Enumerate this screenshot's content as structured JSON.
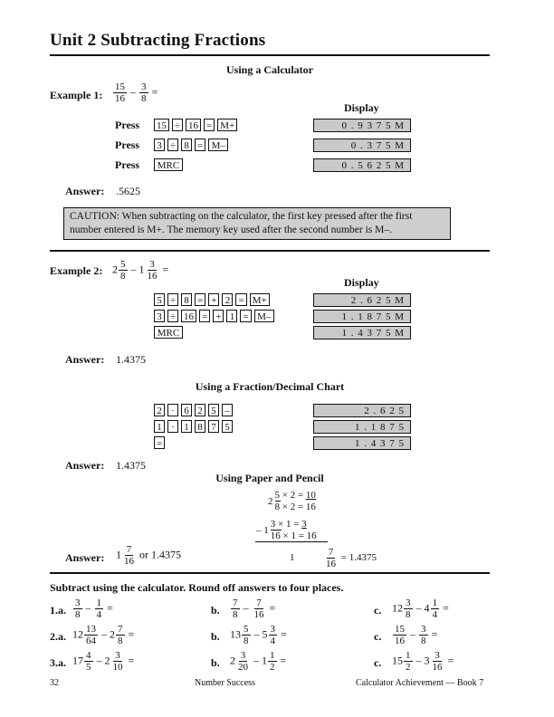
{
  "title": "Unit 2   Subtracting Fractions",
  "section1_heading": "Using a Calculator",
  "example1": {
    "label": "Example 1:",
    "f1n": "15",
    "f1d": "16",
    "op": "–",
    "f2n": "3",
    "f2d": "8",
    "eq": "=",
    "display_heading": "Display",
    "press_label": "Press",
    "rows": [
      {
        "keys": [
          "15",
          "÷",
          "16",
          "=",
          "M+"
        ],
        "display": "0 . 9 3 7 5 M"
      },
      {
        "keys": [
          "3",
          "÷",
          "8",
          "=",
          "M–"
        ],
        "display": "0 . 3 7 5 M"
      },
      {
        "keys": [
          "MRC"
        ],
        "display": "0 . 5 6 2 5 M"
      }
    ],
    "answer_label": "Answer:",
    "answer": ".5625"
  },
  "caution": "CAUTION:  When subtracting on the calculator, the first key pressed after the first number entered is M+.  The memory key used after the second number is M–.",
  "example2": {
    "label": "Example 2:",
    "w1": "2",
    "f1n": "5",
    "f1d": "8",
    "op": "– 1",
    "f2n": "3",
    "f2d": "16",
    "eq": "=",
    "display_heading": "Display",
    "rows": [
      {
        "keys": [
          "5",
          "÷",
          "8",
          "=",
          "+",
          "2",
          "=",
          "M+"
        ],
        "display": "2 . 6 2 5 M"
      },
      {
        "keys": [
          "3",
          "÷",
          "16",
          "=",
          "+",
          "1",
          "=",
          "M–"
        ],
        "display": "1 . 1 8 7 5 M"
      },
      {
        "keys": [
          "MRC"
        ],
        "display": "1 . 4 3 7 5 M"
      }
    ],
    "answer_label": "Answer:",
    "answer": "1.4375"
  },
  "section2_heading": "Using a Fraction/Decimal Chart",
  "chart_rows": [
    {
      "keys": [
        "2",
        "·",
        "6",
        "2",
        "5",
        "–"
      ],
      "display": "2 . 6 2 5"
    },
    {
      "keys": [
        "1",
        "·",
        "1",
        "8",
        "7",
        "5"
      ],
      "display": "1 . 1 8 7 5"
    },
    {
      "keys": [
        "="
      ],
      "display": "1 . 4 3 7 5"
    }
  ],
  "chart_answer_label": "Answer:",
  "chart_answer": "1.4375",
  "section3_heading": "Using Paper and Pencil",
  "paper": {
    "l1_w": "2",
    "l1_n": "5",
    "l1_d": "8",
    "l1_mul_top": "× 2 = ",
    "l1_res_n": "10",
    "l1_mul_bot": "× 2 = ",
    "l1_res_d": "16",
    "l2_w": "– 1",
    "l2_n": "3",
    "l2_d": "16",
    "l2_mul_top": "× 1 = ",
    "l2_res_n": "3",
    "l2_mul_bot": "× 1 = ",
    "l2_res_d": "16",
    "result_w": "1",
    "result_n": "7",
    "result_d": "16",
    "result_eq": "= 1.4375"
  },
  "paper_answer_label": "Answer:",
  "paper_answer_w": "1",
  "paper_answer_n": "7",
  "paper_answer_d": "16",
  "paper_answer_tail": "or 1.4375",
  "exercise_heading": "Subtract using the calculator.  Round off answers to four places.",
  "exercises": {
    "r1": {
      "la": "1.a.",
      "a": {
        "n1": "3",
        "d1": "8",
        "op": "–",
        "n2": "1",
        "d2": "4",
        "eq": "="
      },
      "lb": "b.",
      "b": {
        "n1": "7",
        "d1": "8",
        "op": "–",
        "n2": "7",
        "d2": "16",
        "eq": "="
      },
      "lc": "c.",
      "c": {
        "w1": "12",
        "n1": "3",
        "d1": "8",
        "op": "– 4",
        "n2": "1",
        "d2": "4",
        "eq": "="
      }
    },
    "r2": {
      "la": "2.a.",
      "a": {
        "w1": "12",
        "n1": "13",
        "d1": "64",
        "op": "– 2",
        "n2": "7",
        "d2": "8",
        "eq": "="
      },
      "lb": "b.",
      "b": {
        "w1": "13",
        "n1": "5",
        "d1": "8",
        "op": "– 5",
        "n2": "3",
        "d2": "4",
        "eq": "="
      },
      "lc": "c.",
      "c": {
        "n1": "15",
        "d1": "16",
        "op": "–",
        "n2": "3",
        "d2": "8",
        "eq": "="
      }
    },
    "r3": {
      "la": "3.a.",
      "a": {
        "w1": "17",
        "n1": "4",
        "d1": "5",
        "op": "– 2",
        "n2": "3",
        "d2": "10",
        "eq": "="
      },
      "lb": "b.",
      "b": {
        "w1": "2",
        "n1": "3",
        "d1": "20",
        "op": "– 1",
        "n2": "1",
        "d2": "2",
        "eq": "="
      },
      "lc": "c.",
      "c": {
        "w1": "15",
        "n1": "1",
        "d1": "2",
        "op": "– 3",
        "n2": "3",
        "d2": "16",
        "eq": "="
      }
    }
  },
  "footer": {
    "page": "32",
    "center": "Number Success",
    "right": "Calculator Achievement — Book 7"
  }
}
